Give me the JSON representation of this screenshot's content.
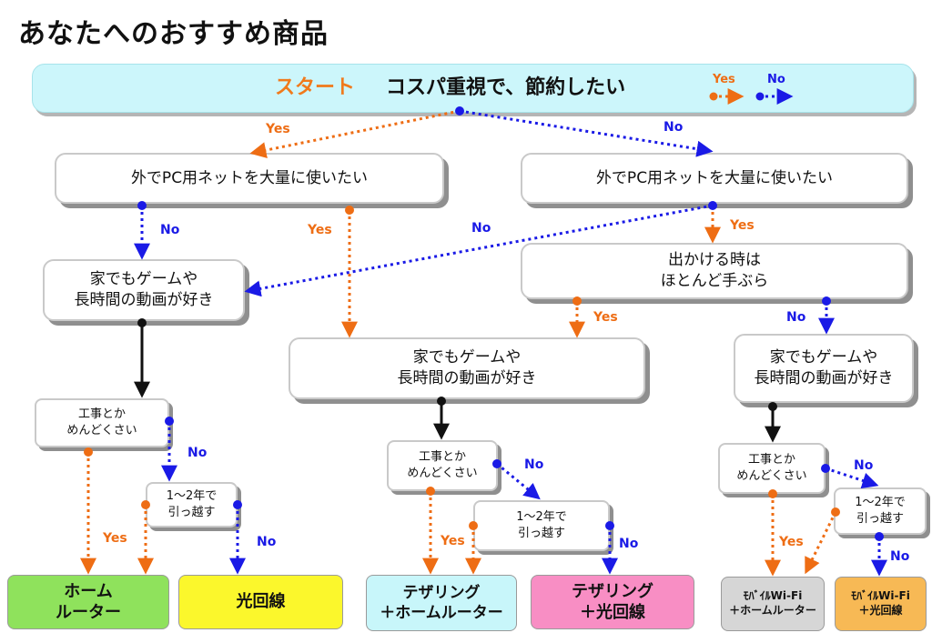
{
  "title": "あなたへのおすすめ商品",
  "start": {
    "label": "スタート",
    "question": "コスパ重視で、節約したい",
    "legend_yes": "Yes",
    "legend_no": "No"
  },
  "questions": {
    "q2_left": "外でPC用ネットを大量に使いたい",
    "q2_right": "外でPC用ネットを大量に使いたい",
    "q3_left": "家でもゲームや\n長時間の動画が好き",
    "q3_mid": "家でもゲームや\n長時間の動画が好き",
    "q3_outing": "出かける時は\nほとんど手ぶら",
    "q3_right": "家でもゲームや\n長時間の動画が好き",
    "q4_koji_left": "工事とか\nめんどくさい",
    "q4_koji_mid": "工事とか\nめんどくさい",
    "q4_koji_right": "工事とか\nめんどくさい",
    "q5_move_left": "1～2年で\n引っ越す",
    "q5_move_mid": "1～2年で\n引っ越す",
    "q5_move_right": "1～2年で\n引っ越す"
  },
  "results": {
    "r1": "ホーム\nルーター",
    "r2": "光回線",
    "r3": "テザリング\n＋ホームルーター",
    "r4": "テザリング\n＋光回線",
    "r5": "ﾓﾊﾞｲﾙWi-Fi\n＋ホームルーター",
    "r6": "ﾓﾊﾞｲﾙWi-Fi\n＋光回線"
  },
  "branch_labels": {
    "yes": "Yes",
    "no": "No"
  },
  "colors": {
    "yes": "#ee6d14",
    "no": "#1a1ae6",
    "r1": "#8fe25c",
    "r2": "#fbf72c",
    "r3": "#c8f6fa",
    "r4": "#f88ec4",
    "r5": "#d6d6d6",
    "r6": "#f7b955"
  }
}
